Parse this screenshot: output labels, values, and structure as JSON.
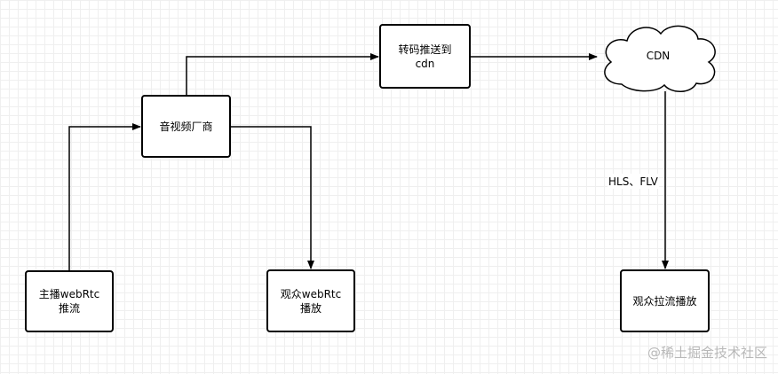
{
  "nodes": {
    "vendor": "音视频厂商",
    "transcode": "转码推送到\ncdn",
    "cdn": "CDN",
    "anchor": "主播webRtc\n推流",
    "viewer_webrtc": "观众webRtc\n播放",
    "viewer_pull": "观众拉流播放"
  },
  "edges": {
    "cdn_to_viewer": "HLS、FLV"
  },
  "watermark": "@稀土掘金技术社区"
}
